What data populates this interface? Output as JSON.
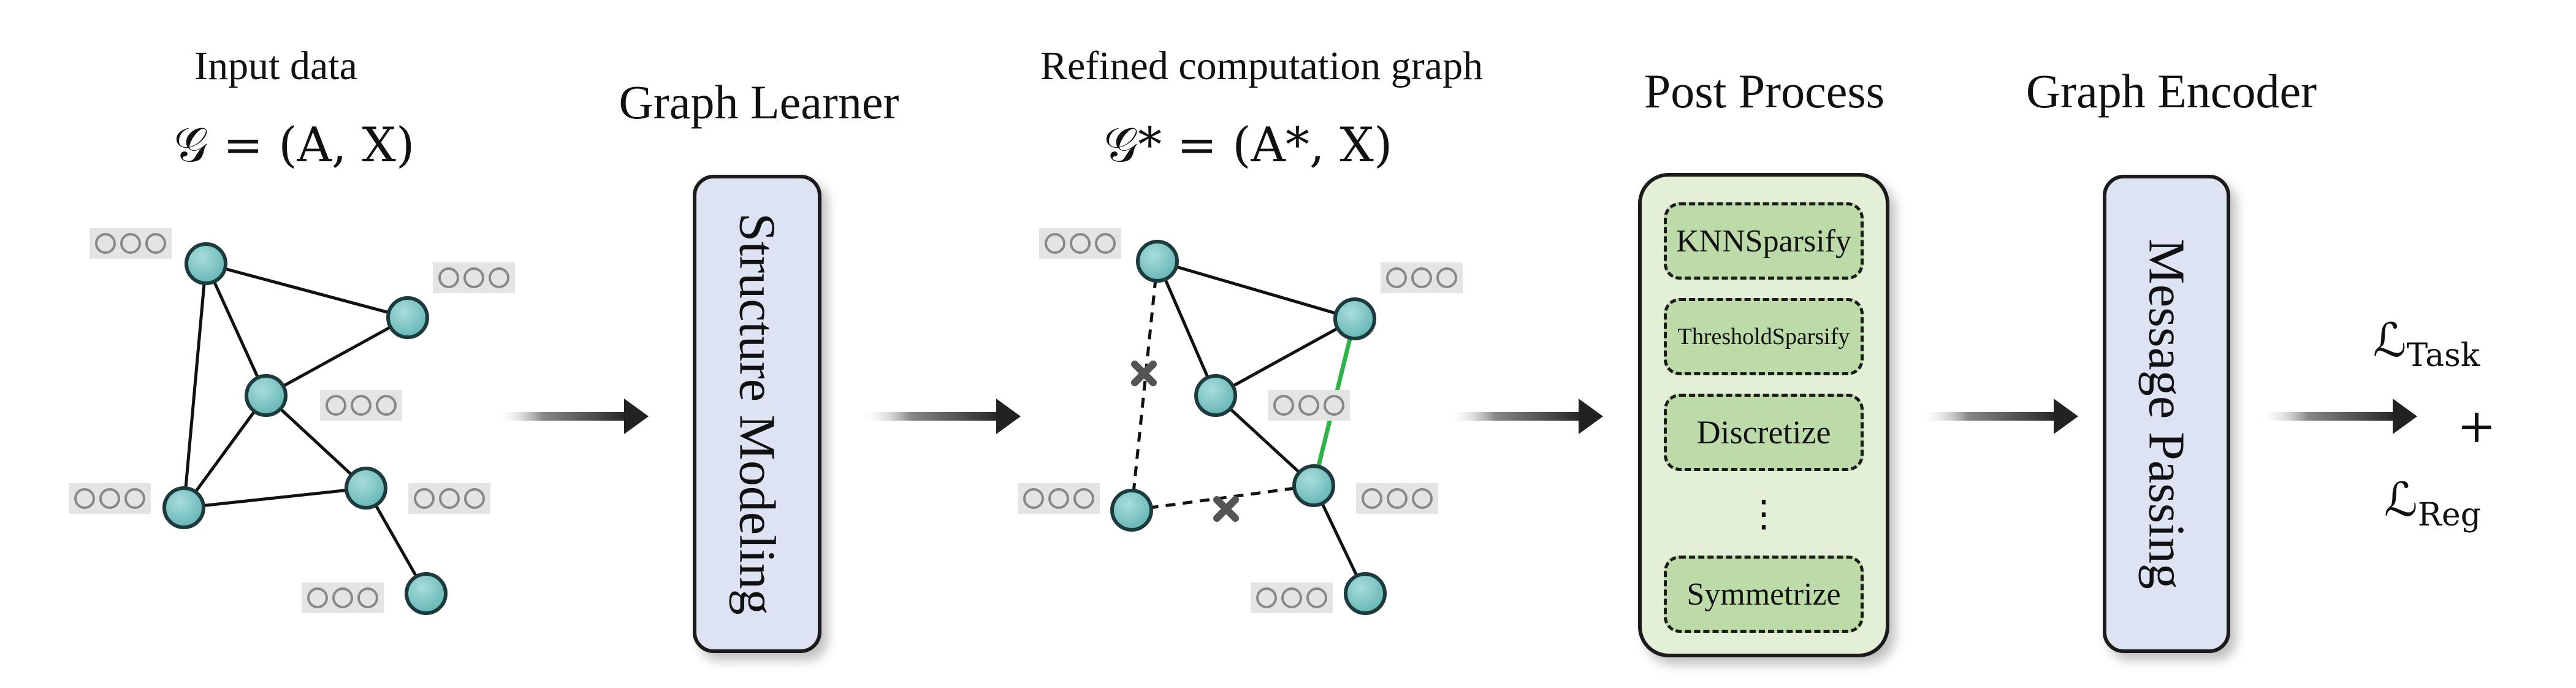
{
  "input": {
    "title": "Input data",
    "formula": "𝒢 = (A, X)"
  },
  "learner": {
    "title": "Graph Learner",
    "box_label": "Structure Modeling"
  },
  "refined": {
    "title": "Refined computation graph",
    "formula": "𝒢* = (A*, X)"
  },
  "post": {
    "title": "Post Process",
    "items": [
      "KNNSparsify",
      "ThresholdSparsify",
      "Discretize",
      "⋮",
      "Symmetrize"
    ]
  },
  "encoder": {
    "title": "Graph Encoder",
    "box_label": "Message Passing"
  },
  "loss": {
    "task_symbol": "ℒ",
    "task_sub": "Task",
    "plus": "+",
    "reg_symbol": "ℒ",
    "reg_sub": "Reg"
  },
  "colors": {
    "node_fill": "#78c3c3",
    "node_stroke": "#1d3b3d",
    "panel_blue": "#dde3f3",
    "panel_green": "#e3efd6",
    "item_green": "#bcdba8",
    "new_edge": "#2db34a",
    "feature_box": "#e4e4e4"
  },
  "icons": [
    "right-arrow-icon",
    "remove-cross-icon",
    "feature-dots-icon"
  ]
}
